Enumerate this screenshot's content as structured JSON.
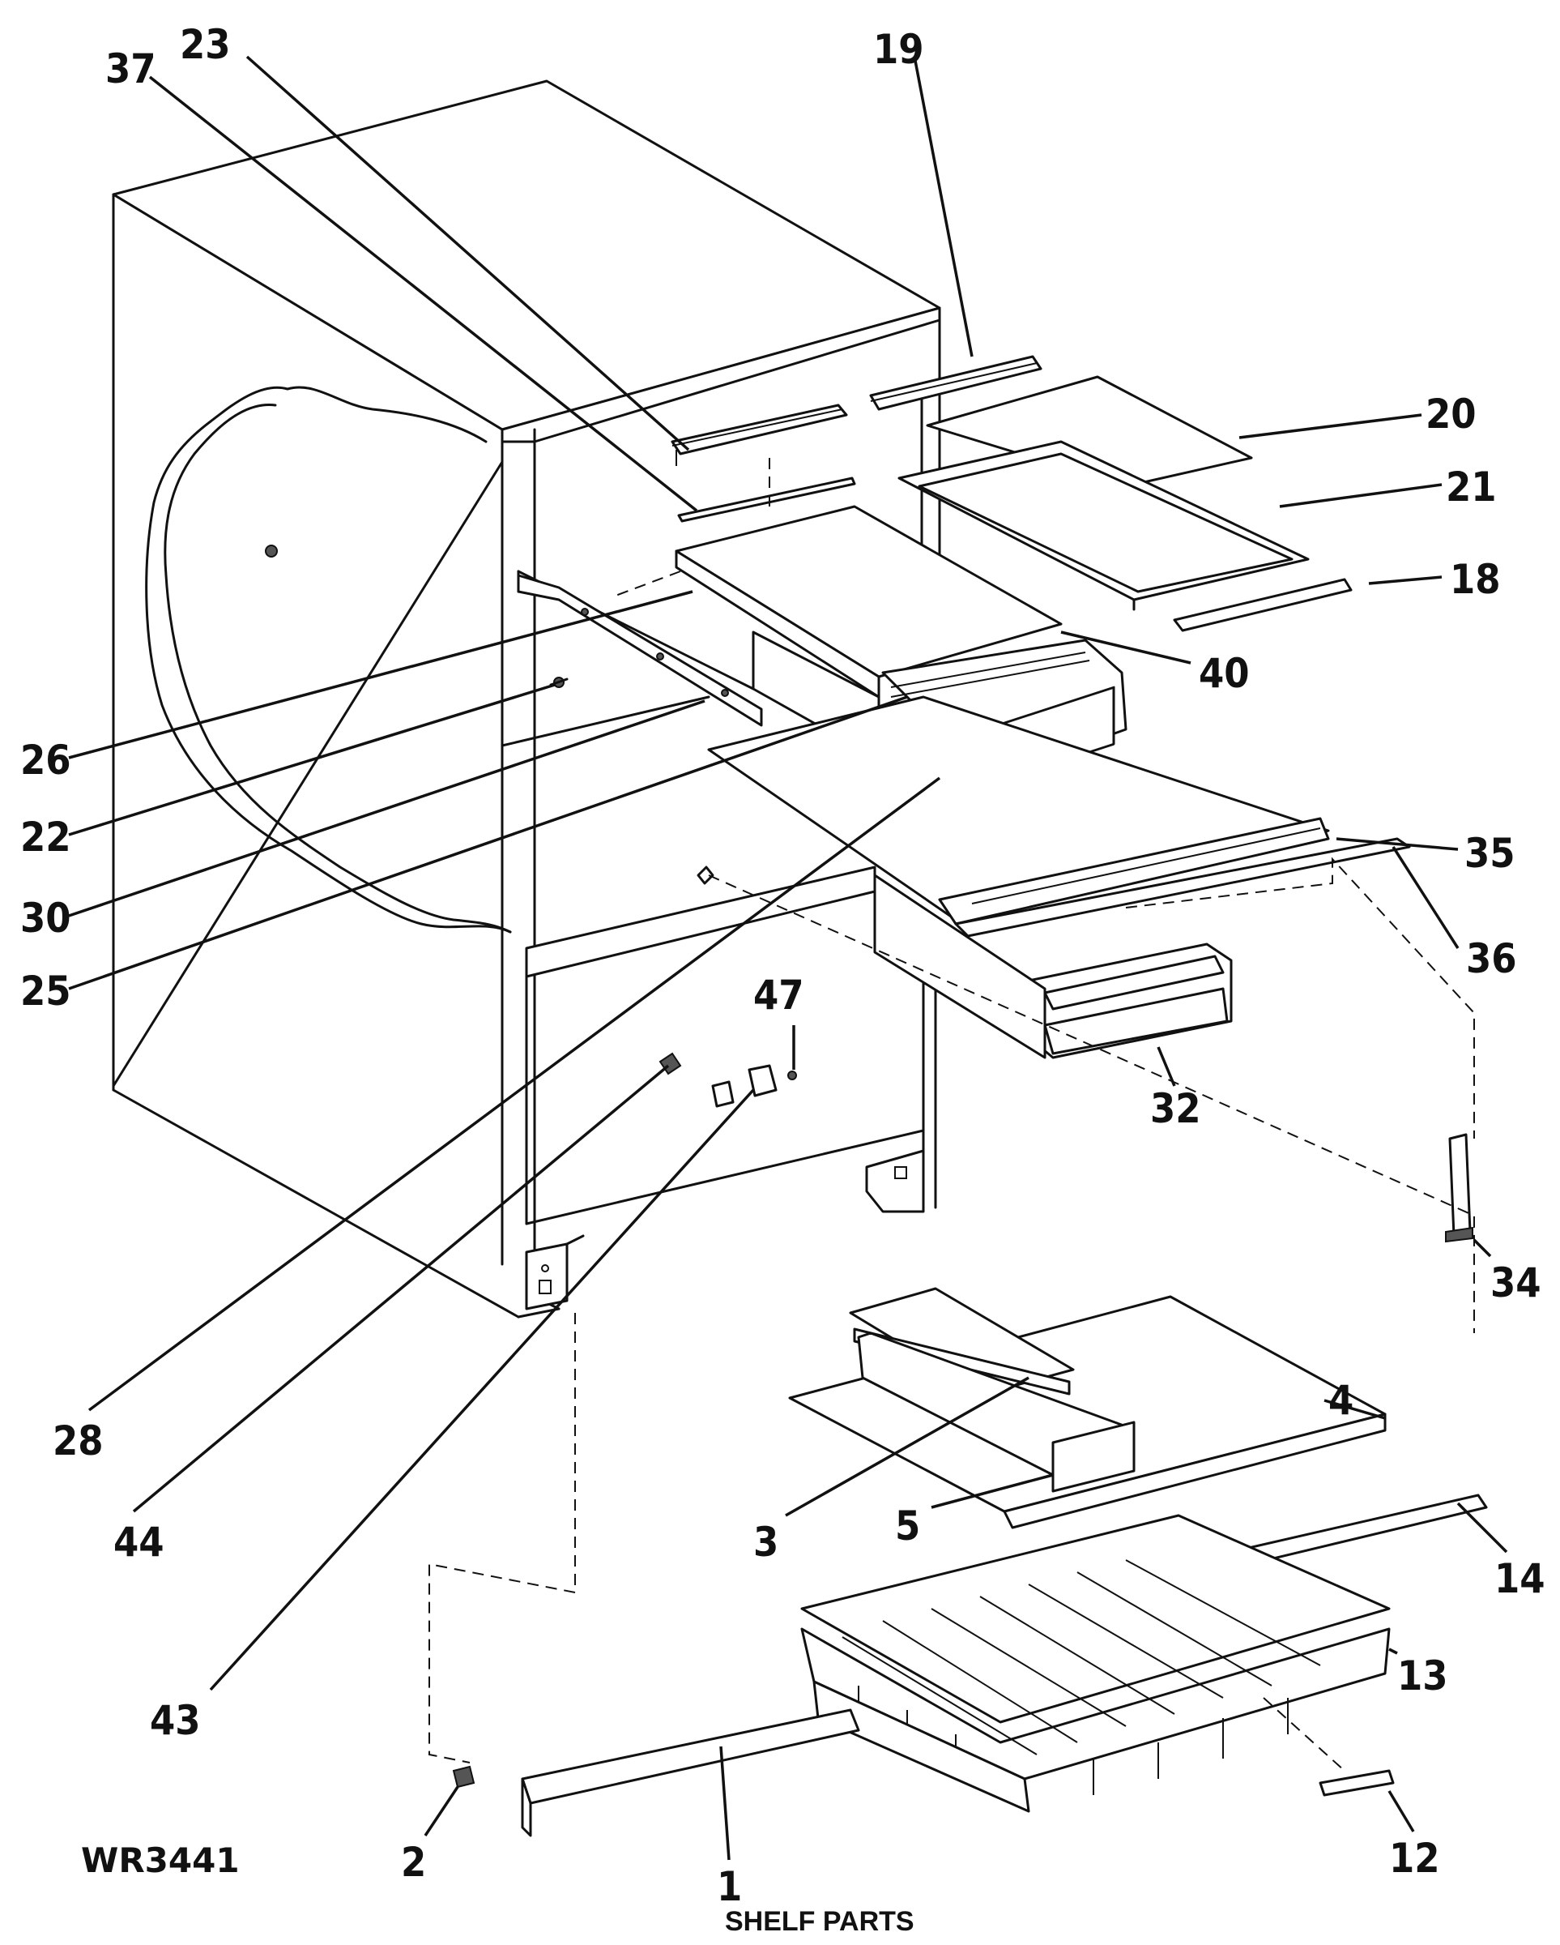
{
  "caption": "SHELF PARTS",
  "reference": "WR3441",
  "callouts": [
    "23",
    "37",
    "19",
    "20",
    "21",
    "18",
    "40",
    "26",
    "22",
    "30",
    "25",
    "35",
    "36",
    "47",
    "32",
    "34",
    "28",
    "44",
    "4",
    "3",
    "5",
    "14",
    "13",
    "43",
    "2",
    "1",
    "12"
  ]
}
